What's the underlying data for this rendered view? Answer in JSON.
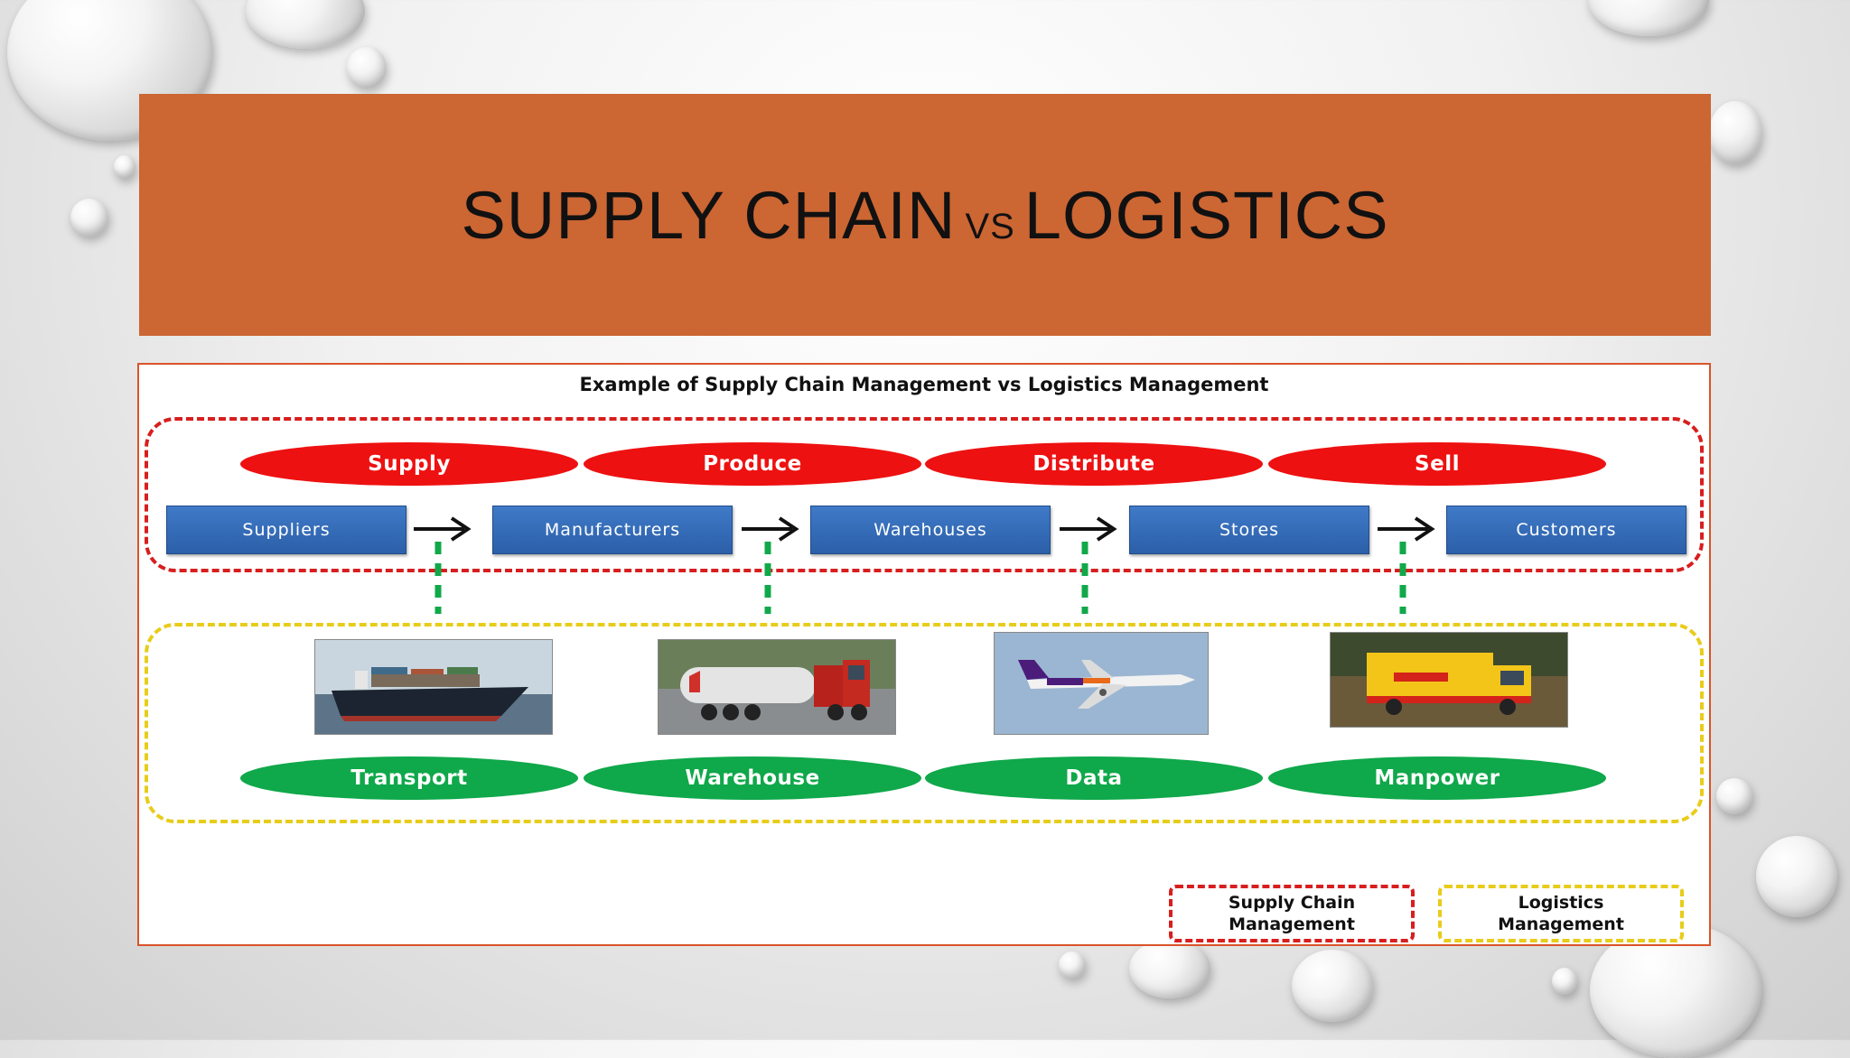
{
  "slide": {
    "title_left": "SUPPLY CHAIN",
    "title_vs": "VS",
    "title_right": "LOGISTICS",
    "accent_color": "#cc6633"
  },
  "diagram": {
    "heading": "Example of Supply Chain Management vs Logistics Management",
    "supply_chain_activities": [
      "Supply",
      "Produce",
      "Distribute",
      "Sell"
    ],
    "flow_nodes": [
      "Suppliers",
      "Manufacturers",
      "Warehouses",
      "Stores",
      "Customers"
    ],
    "logistics_functions": [
      "Transport",
      "Warehouse",
      "Data",
      "Manpower"
    ],
    "photos": [
      "cargo-ship",
      "tanker-truck",
      "fedex-airplane",
      "dhl-van"
    ],
    "legend": {
      "supply_chain": "Supply Chain Management",
      "logistics": "Logistics Management"
    },
    "colors": {
      "supply_chain_border": "#d81e1e",
      "logistics_border": "#e8cc1a",
      "activity_fill": "#ee1111",
      "function_fill": "#0fa84a",
      "node_fill": "#2c5fa8",
      "connector": "#11a84a"
    }
  }
}
